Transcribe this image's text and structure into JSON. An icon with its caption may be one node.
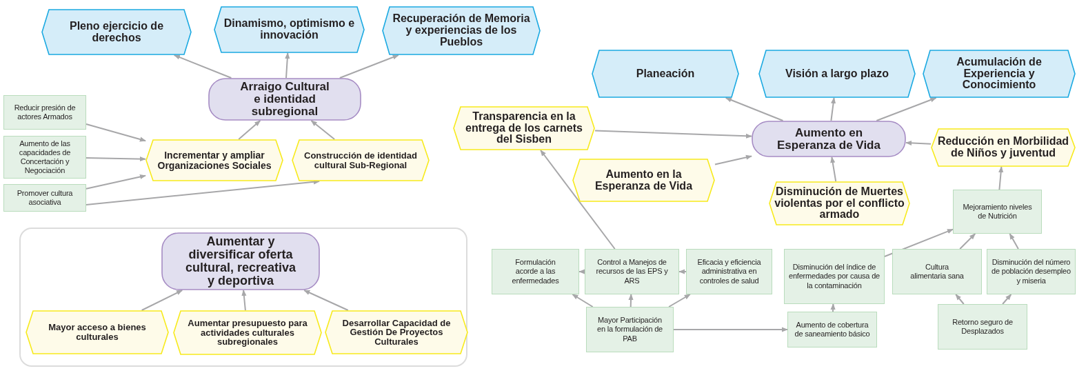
{
  "diagram": {
    "nodes": [
      {
        "text": [
          "Pleno ejercicio de derechos"
        ]
      },
      {
        "text": [
          "Dinamismo, optimismo e innovación"
        ]
      },
      {
        "text": [
          "Recuperación de Memoria y experiencias de los Pueblos"
        ]
      },
      {
        "text": [
          "Arraigo Cultural e identidad subregional"
        ]
      },
      {
        "text": [
          "Reducir presión de actores Armados"
        ]
      },
      {
        "text": [
          "Aumento de las capacidades de Concertación y Negociación"
        ]
      },
      {
        "text": [
          "Promover cultura asociativa"
        ]
      },
      {
        "text": [
          "Incrementar y ampliar Organizaciones Sociales"
        ]
      },
      {
        "text": [
          "Construcción de identidad cultural Sub-Regional"
        ]
      },
      {
        "text": [],
        "shape": "box"
      },
      {
        "text": [
          "Aumentar y diversificar oferta cultural, recreativa y deportiva"
        ],
        "in": 9
      },
      {
        "text": [
          "Mayor acceso a bienes culturales"
        ],
        "in": 9
      },
      {
        "text": [
          "Aumentar presupuesto para actividades culturales subregionales"
        ],
        "in": 9
      },
      {
        "text": [
          "Desarrollar Capacidad de Gestión De Proyectos Culturales"
        ],
        "in": 9
      },
      {
        "text": [
          "Planeación"
        ]
      },
      {
        "text": [
          "Visión a largo plazo"
        ]
      },
      {
        "text": [
          "Acumulación de Experiencia y Conocimiento"
        ]
      },
      {
        "text": [
          "Transparencia en la entrega de los carnets del Sisben"
        ]
      },
      {
        "text": [
          "Aumento en Esperanza de Vida"
        ]
      },
      {
        "text": [
          "Reducción en Morbilidad de Niños y juventud"
        ]
      },
      {
        "text": [
          "Aumento en la Esperanza de Vida"
        ]
      },
      {
        "text": [
          "Disminución de Muertes violentas por el conflicto armado"
        ]
      },
      {
        "text": [
          "Mejoramiento niveles de Nutrición"
        ]
      },
      {
        "text": [
          "Formulación acorde a las enfermedades"
        ]
      },
      {
        "text": [
          "Control a Manejos de recursos de las EPS y ARS"
        ]
      },
      {
        "text": [
          "Eficacia y eficiencia administrativa en controles de salud"
        ]
      },
      {
        "text": [
          "Disminución del índice de enfermedades por causa de la contaminación"
        ]
      },
      {
        "text": [
          "Cultura alimentaria sana"
        ]
      },
      {
        "text": [
          "Disminución del número de población desempleo y miseria"
        ]
      },
      {
        "text": [
          "Mayor Participación en la formulación de PAB"
        ]
      },
      {
        "text": [
          "Aumento de cobertura de saneamiento básico"
        ]
      },
      {
        "text": [
          "Retorno seguro de Desplazados"
        ]
      }
    ],
    "edges": [
      {
        "from": 3,
        "to": 0,
        "arrow": "to"
      },
      {
        "from": 3,
        "to": 1,
        "arrow": "to"
      },
      {
        "from": 3,
        "to": 2,
        "arrow": "to"
      },
      {
        "from": 7,
        "to": 3,
        "arrow": "to"
      },
      {
        "from": 8,
        "to": 3,
        "arrow": "to"
      },
      {
        "from": 4,
        "to": 7,
        "arrow": "to"
      },
      {
        "from": 5,
        "to": 7,
        "arrow": "to"
      },
      {
        "from": 6,
        "to": 7,
        "arrow": "to"
      },
      {
        "from": 6,
        "to": 8,
        "arrow": "to"
      },
      {
        "from": 11,
        "to": 10,
        "arrow": "to"
      },
      {
        "from": 12,
        "to": 10,
        "arrow": "to"
      },
      {
        "from": 13,
        "to": 10,
        "arrow": "to"
      },
      {
        "from": 18,
        "to": 14,
        "arrow": "to"
      },
      {
        "from": 18,
        "to": 15,
        "arrow": "to"
      },
      {
        "from": 18,
        "to": 16,
        "arrow": "to"
      },
      {
        "from": 17,
        "to": 18,
        "arrow": "to"
      },
      {
        "from": 20,
        "to": 18,
        "arrow": "to"
      },
      {
        "from": 21,
        "to": 18,
        "arrow": "to"
      },
      {
        "from": 19,
        "to": 18,
        "arrow": "to"
      },
      {
        "from": 22,
        "to": 19,
        "arrow": "to"
      },
      {
        "from": 24,
        "to": 17,
        "arrow": "to"
      },
      {
        "from": 24,
        "to": 23,
        "arrow": "to"
      },
      {
        "from": 25,
        "to": 24,
        "arrow": "to"
      },
      {
        "from": 29,
        "to": 23,
        "arrow": "to"
      },
      {
        "from": 29,
        "to": 24,
        "arrow": "to"
      },
      {
        "from": 29,
        "to": 25,
        "arrow": "to"
      },
      {
        "from": 29,
        "to": 30,
        "arrow": "to"
      },
      {
        "from": 30,
        "to": 26,
        "arrow": "to"
      },
      {
        "from": 26,
        "to": 22,
        "arrow": "to"
      },
      {
        "from": 27,
        "to": 22,
        "arrow": "to"
      },
      {
        "from": 28,
        "to": 22,
        "arrow": "to"
      },
      {
        "from": 31,
        "to": 27,
        "arrow": "to"
      },
      {
        "from": 31,
        "to": 28,
        "arrow": "to"
      }
    ]
  }
}
